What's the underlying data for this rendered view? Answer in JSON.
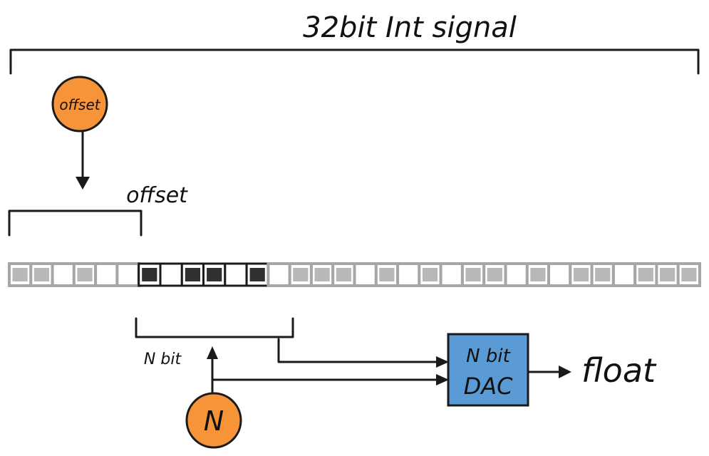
{
  "title": "32bit Int signal",
  "offset_circle_label": "offset",
  "offset_bracket_label": "offset",
  "nbit_label": "N bit",
  "n_circle_label": "N",
  "dac_line1": "N bit",
  "dac_line2": "DAC",
  "output_label": "float",
  "colors": {
    "orange": "#F7943A",
    "blue": "#5B9BD5",
    "gray": "#A6A6A6",
    "ink": "#1A1A1A"
  },
  "bits": {
    "total": 32,
    "offset": 6,
    "n": 6
  }
}
